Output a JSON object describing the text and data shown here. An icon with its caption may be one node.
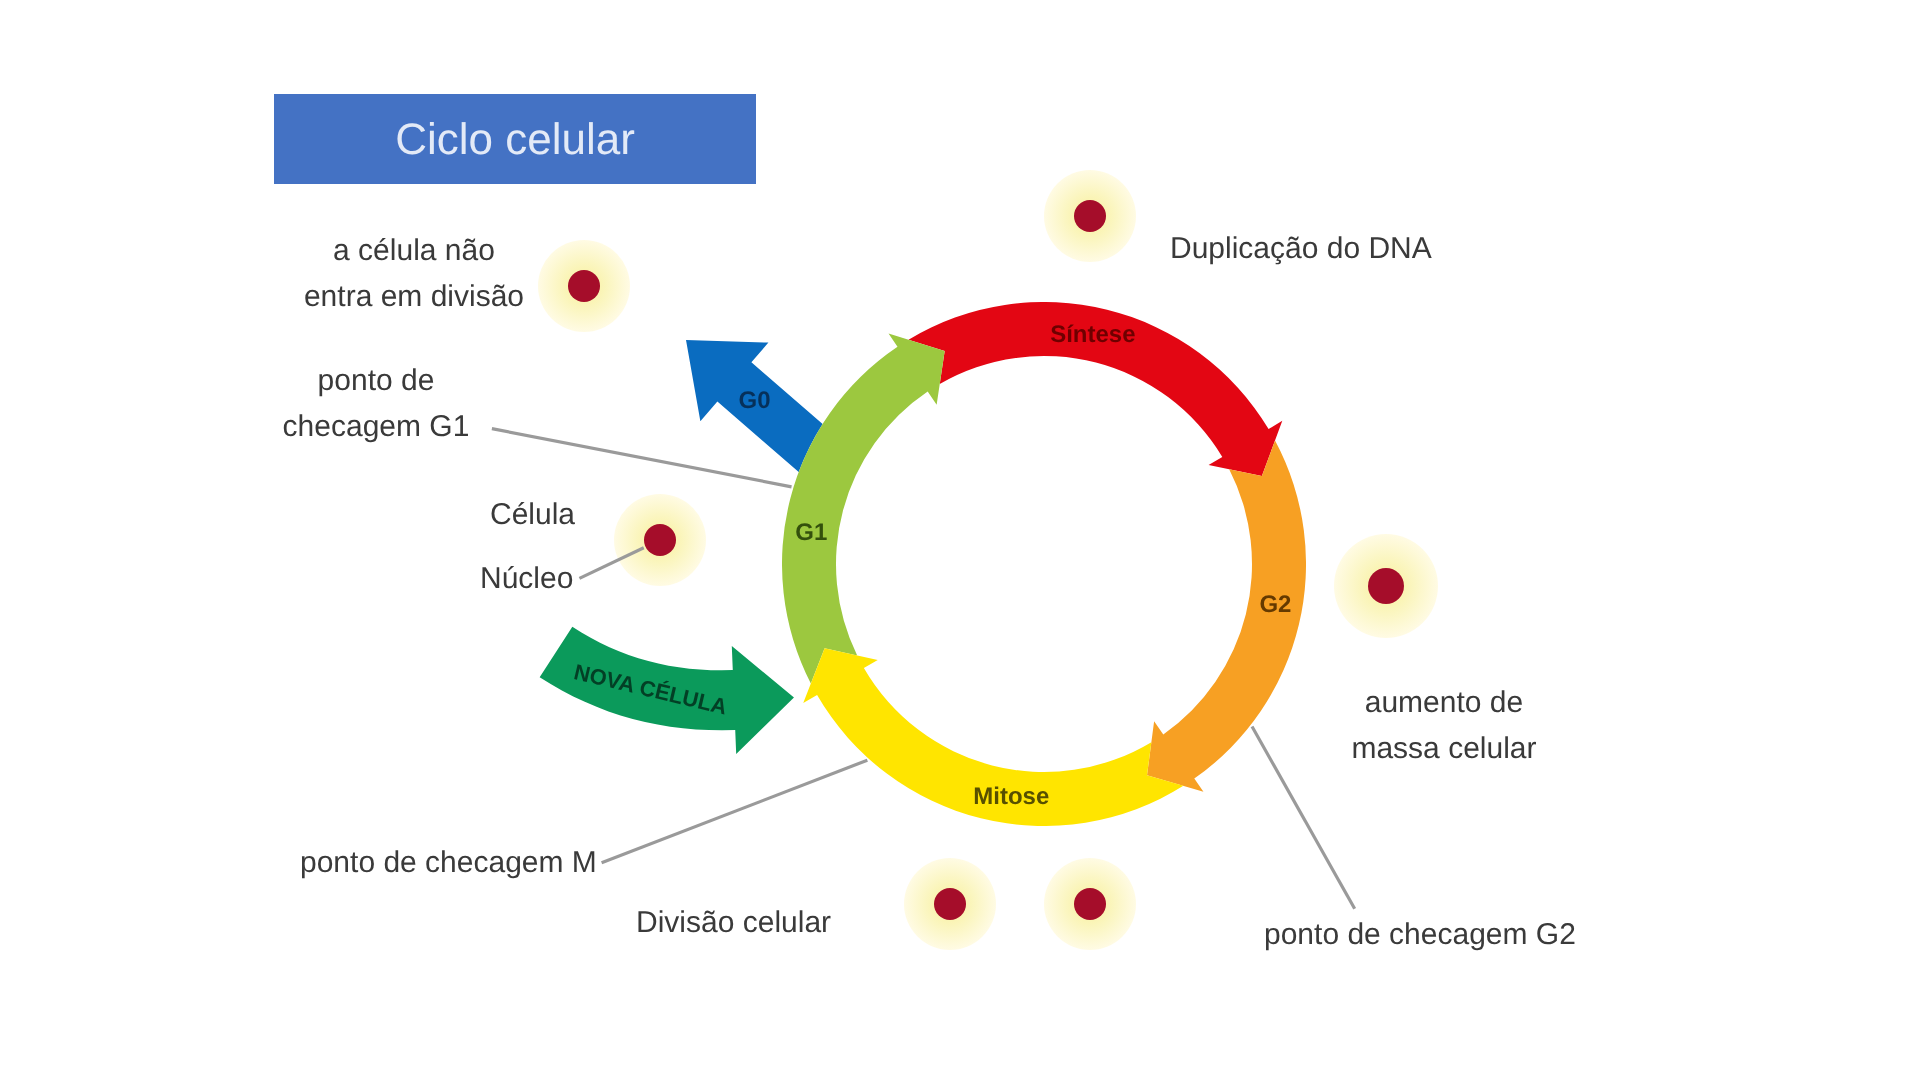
{
  "diagram": {
    "title": "Ciclo celular",
    "nodes": [
      {
        "text": [],
        "shape": "circle",
        "beside": [
          "Duplicação do DNA"
        ]
      },
      {
        "text": [],
        "shape": "circle",
        "beside": [
          "a célula não entra em divisão"
        ]
      },
      {
        "text": [
          "Síntese"
        ]
      },
      {
        "text": [
          "ponto de checagem G1"
        ]
      },
      {
        "text": [
          "G0"
        ]
      },
      {
        "text": [
          "G1"
        ]
      },
      {
        "text": [
          "G2"
        ]
      },
      {
        "text": [],
        "shape": "circle",
        "beside": [
          "aumento de massa celular"
        ]
      },
      {
        "text": [],
        "shape": "circle",
        "beside": [
          "Célula"
        ]
      },
      {
        "text": [],
        "shape": "circle",
        "in": 8
      },
      {
        "text": [
          "Núcleo"
        ]
      },
      {
        "text": [
          "NOVA CÉLULA"
        ]
      },
      {
        "text": [
          "Mitose"
        ]
      },
      {
        "text": [
          "ponto de checagem M"
        ]
      },
      {
        "text": [],
        "shape": "circle",
        "beside": [
          "Divisão celular"
        ]
      },
      {
        "text": [],
        "shape": "circle"
      },
      {
        "text": [
          "ponto de checagem G2"
        ]
      }
    ],
    "edges": [
      {
        "from": 3,
        "to": 5,
        "arrow": "none"
      },
      {
        "from": 10,
        "to": 9,
        "arrow": "none"
      },
      {
        "from": 13,
        "to": 12,
        "arrow": "none"
      },
      {
        "from": 16,
        "to": 6,
        "arrow": "none"
      }
    ]
  }
}
